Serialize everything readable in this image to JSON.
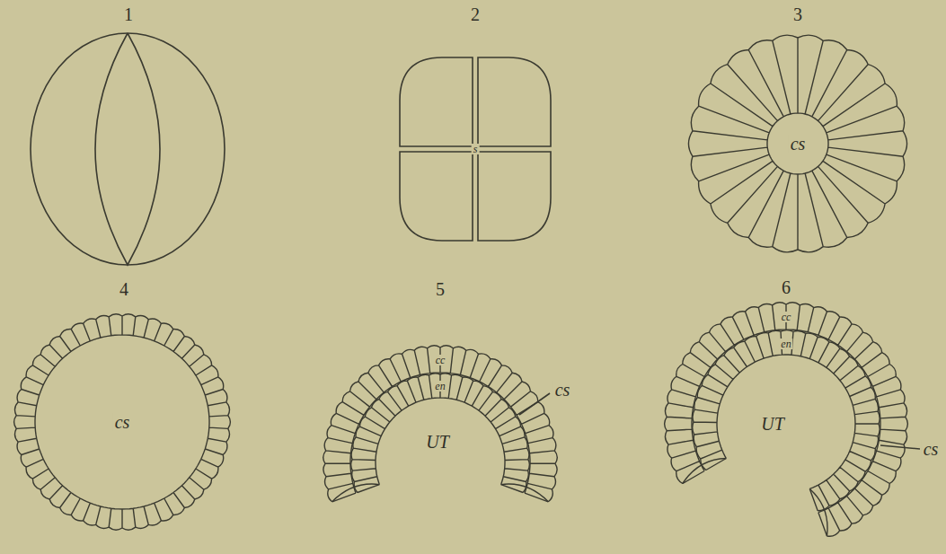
{
  "diagram": {
    "labels": [
      "1",
      "2",
      "3",
      "s",
      "cs",
      "4",
      "cs",
      "5",
      "cc",
      "en",
      "UT",
      "cs",
      "6",
      "cc",
      "en",
      "UT",
      "cs"
    ]
  }
}
